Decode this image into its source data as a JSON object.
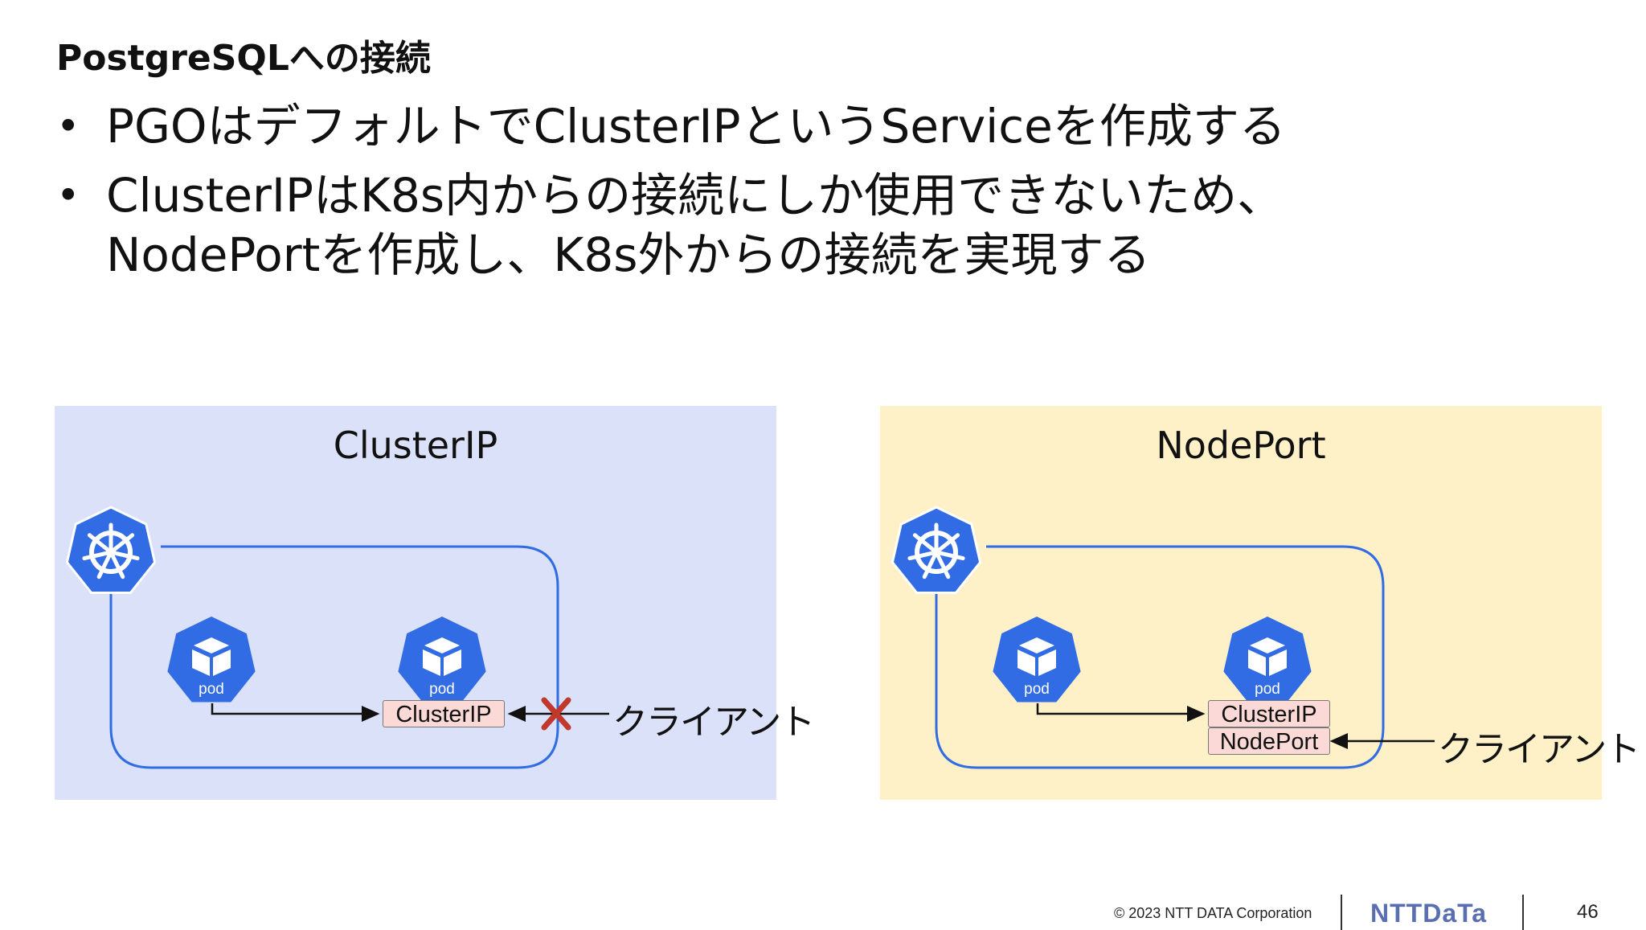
{
  "slide": {
    "title": "PostgreSQLへの接続",
    "bullets": [
      {
        "lines": [
          "PGOはデフォルトでClusterIPというServiceを作成する"
        ]
      },
      {
        "lines": [
          "ClusterIPはK8s内からの接続にしか使用できないため、",
          "NodePortを作成し、K8s外からの接続を実現する"
        ]
      }
    ]
  },
  "diagram": {
    "left": {
      "title": "ClusterIP",
      "pod_labels": [
        "pod",
        "pod"
      ],
      "service_labels": [
        "ClusterIP"
      ],
      "client_label": "クライアント",
      "connection_blocked": true
    },
    "right": {
      "title": "NodePort",
      "pod_labels": [
        "pod",
        "pod"
      ],
      "service_labels": [
        "ClusterIP",
        "NodePort"
      ],
      "client_label": "クライアント",
      "connection_blocked": false
    },
    "colors": {
      "k8s_blue": "#326ce5",
      "left_panel_bg": "#dae1f8",
      "right_panel_bg": "#fef1c8",
      "service_box_bg": "#fbd9d6",
      "blocked_mark": "#c0392b"
    },
    "icons": [
      "kubernetes-wheel-icon",
      "pod-cube-icon",
      "blocked-x-icon"
    ]
  },
  "footer": {
    "copyright": "© 2023 NTT DATA Corporation",
    "logo": "NTTDaTa",
    "page_number": "46"
  }
}
